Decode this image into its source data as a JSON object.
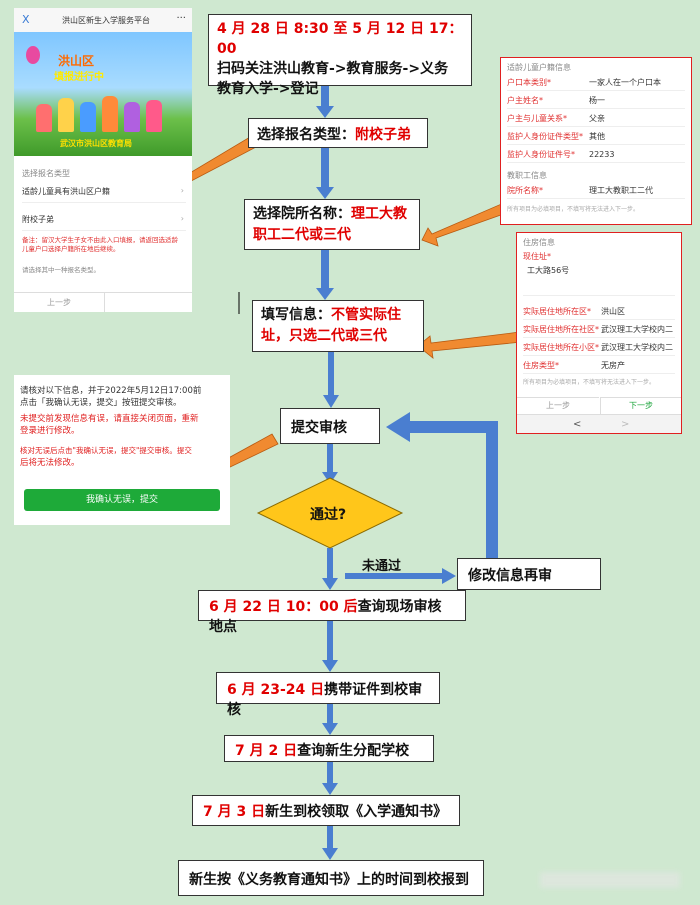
{
  "flow": {
    "step1": {
      "date": "4 月 28 日 8:30 至 5 月 12 日 17：00",
      "line2": "扫码关注洪山教育->教育服务->义务",
      "line3": "教育入学->登记"
    },
    "step2": {
      "label": "选择报名类型：",
      "value": "附校子弟"
    },
    "step3": {
      "label": "选择院所名称：",
      "value1": "理工大教",
      "value2": "职工二代或三代"
    },
    "step4": {
      "label": "填写信息：",
      "value1": "不管实际住",
      "value2": "址，只选二代或三代"
    },
    "step5": {
      "label": "提交审核"
    },
    "decision": {
      "label": "通过?"
    },
    "fail": {
      "edge_label": "未通过",
      "box": "修改信息再审"
    },
    "step6": {
      "date": "6 月 22 日 10：00 后",
      "text": "查询现场审核地点"
    },
    "step7": {
      "date": "6 月 23-24 日",
      "text": "携带证件到校审核"
    },
    "step8": {
      "date": "7 月 2 日",
      "text": "查询新生分配学校"
    },
    "step9": {
      "date": "7 月 3 日",
      "text": "新生到校领取《入学通知书》"
    },
    "step10": {
      "text": "新生按《义务教育通知书》上的时间到校报到"
    }
  },
  "phone1": {
    "close": "X",
    "title": "洪山区新生入学服务平台",
    "more": "···",
    "banner_title1": "洪山区",
    "banner_title2": "填报进行中",
    "banner_footer": "武汉市洪山区教育局",
    "section": "选择报名类型",
    "option1": "适龄儿童具有洪山区户籍",
    "option2": "附校子弟",
    "note": "备注：留汉大学生子女不由此入口填报，请返回选适龄儿童户口选择户籍所在地后继续。",
    "hint": "请选择其中一种报名类型。",
    "back": "上一步"
  },
  "form1": {
    "section": "适龄儿童户籍信息",
    "rows": [
      {
        "label": "户口本类别*",
        "value": "一家人在一个户口本"
      },
      {
        "label": "户主姓名*",
        "value": "杨一"
      },
      {
        "label": "户主与儿童关系*",
        "value": "父亲"
      },
      {
        "label": "监护人身份证件类型*",
        "value": "其他"
      },
      {
        "label": "监护人身份证件号*",
        "value": "22233"
      }
    ],
    "section2": "教职工信息",
    "row6": {
      "label": "院所名称*",
      "value": "理工大教职工二代"
    },
    "note": "所有项目为必填项目，不填写将无法进入下一步。"
  },
  "form2": {
    "section": "住房信息",
    "addr_label": "现住址*",
    "addr_value": "工大路56号",
    "rows": [
      {
        "label": "实际居住地所在区*",
        "value": "洪山区"
      },
      {
        "label": "实际居住地所在社区*",
        "value": "武汉理工大学校内二"
      },
      {
        "label": "实际居住地所在小区*",
        "value": "武汉理工大学校内二"
      },
      {
        "label": "住房类型*",
        "value": "无房产"
      }
    ],
    "note": "所有项目为必填项目，不填写将无法进入下一步。",
    "prev": "上一步",
    "next": "下一步",
    "nav_back": "<",
    "nav_fwd": ">"
  },
  "confirm": {
    "p1a": "请核对以下信息，并于2022年5月12日17:00前",
    "p1b": "点击「我确认无误，提交」按钮提交审核。",
    "p2a": "未提交前发现信息有误，请直接关闭页面，重新",
    "p2b": "登录进行修改。",
    "p3a": "核对无误后点击\"我确认无误，提交\"提交审核。提交",
    "p3b": "后将无法修改。",
    "button": "我确认无误，提交"
  }
}
